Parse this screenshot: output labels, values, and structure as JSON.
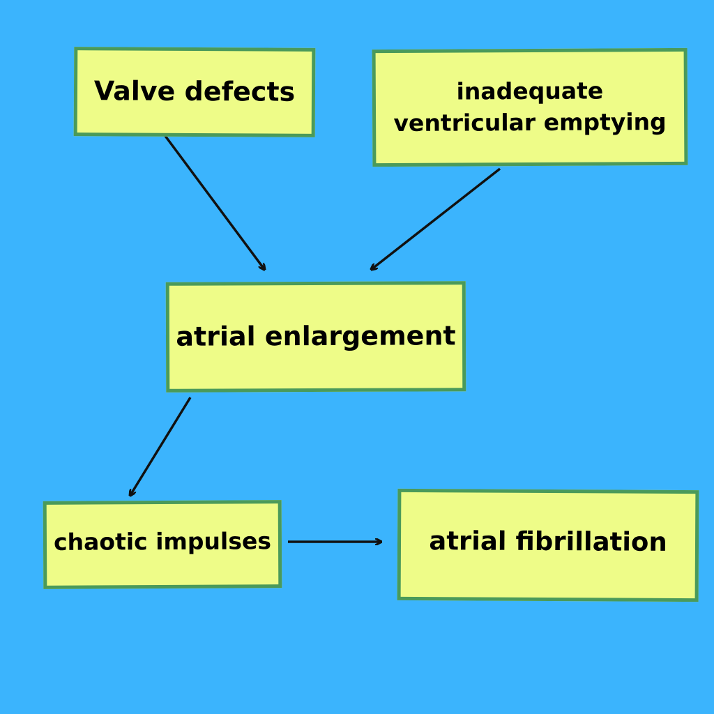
{
  "nodes": {
    "valve_defects": "Valve defects",
    "inadequate_line1": "inadequate",
    "inadequate_line2": "ventricular emptying",
    "atrial_enlargement": "atrial enlargement",
    "chaotic_impulses": "chaotic impulses",
    "atrial_fibrillation": "atrial fibrillation"
  },
  "colors": {
    "background": "#3bb4fd",
    "box_fill": "#eefc88",
    "box_border": "#4a9a5a",
    "arrow": "#111111"
  }
}
